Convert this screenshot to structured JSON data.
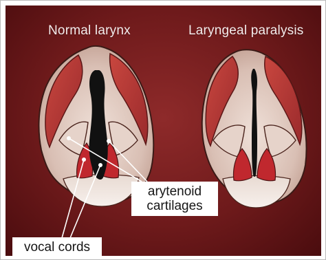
{
  "titles": {
    "left": "Normal larynx",
    "right": "Laryngeal paralysis"
  },
  "labels": {
    "arytenoid_line1": "arytenoid",
    "arytenoid_line2": "cartilages",
    "vocal_cords": "vocal cords"
  },
  "colors": {
    "background": "#6e1a1b",
    "tissue": "#dcc3b9",
    "muscle": "#b8383a",
    "airway": "#111111",
    "vocal_cord": "#c0282e",
    "label_bg": "#ffffff"
  }
}
